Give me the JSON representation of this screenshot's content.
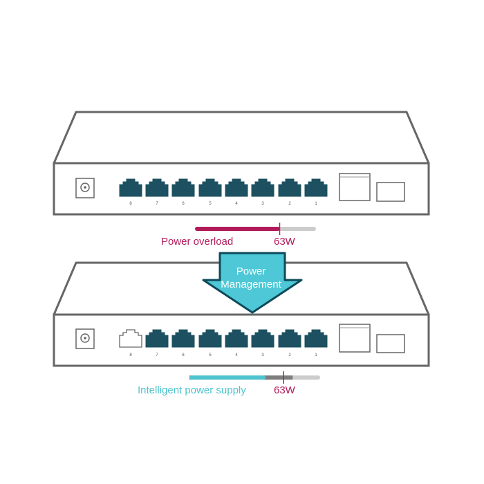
{
  "colors": {
    "outline": "#666666",
    "port": "#1d5060",
    "overload": "#b11b5a",
    "supply": "#4ec3cf",
    "supply_over": "#7d7d7d",
    "track": "#cccccc",
    "arrow_fill": "#4ec8d6",
    "arrow_stroke": "#0d4a5a",
    "arrow_text": "#ffffff"
  },
  "icons": {
    "power_jack": "power-jack-icon",
    "rj45_port": "ethernet-port-icon",
    "sfp_slot": "sfp-slot-icon",
    "arrow": "down-arrow-icon"
  },
  "switch_top": {
    "port_numbers": [
      "8",
      "7",
      "6",
      "5",
      "4",
      "3",
      "2",
      "1"
    ],
    "powered_ports": [
      1,
      2,
      3,
      4,
      5,
      6,
      7,
      8
    ]
  },
  "overload_meter": {
    "label": "Power overload",
    "limit_label": "63W",
    "fill_fraction": 0.7
  },
  "arrow": {
    "line1": "Power",
    "line2": "Management"
  },
  "switch_bottom": {
    "port_numbers": [
      "8",
      "7",
      "6",
      "5",
      "4",
      "3",
      "2",
      "1"
    ],
    "powered_ports": [
      1,
      2,
      3,
      4,
      5,
      6,
      7
    ],
    "unpowered_ports": [
      8
    ]
  },
  "supply_meter": {
    "label": "Intelligent power supply",
    "limit_label": "63W",
    "fill_fraction": 0.79,
    "limit_fraction": 0.72
  }
}
